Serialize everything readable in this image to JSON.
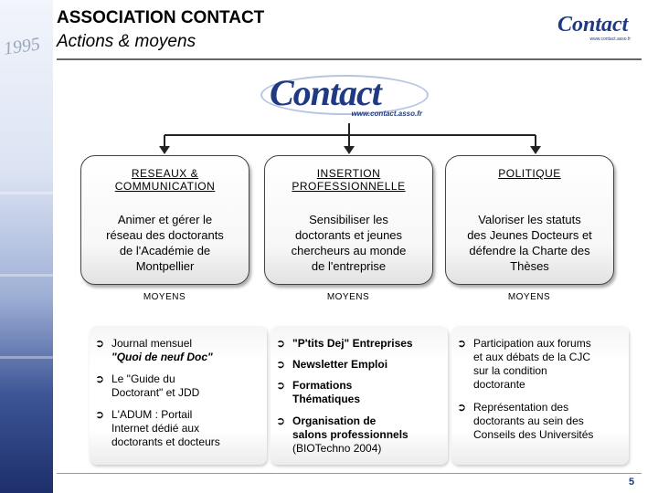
{
  "header": {
    "title": "ASSOCIATION CONTACT",
    "subtitle": "Actions & moyens",
    "sidebar_year": "1995"
  },
  "logo": {
    "word": "Contact",
    "url": "www.contact.asso.fr"
  },
  "corner_logo": {
    "word": "Contact",
    "url": "www.contact.asso.fr"
  },
  "columns": [
    {
      "title_line1": "RESEAUX &",
      "title_line2": "COMMUNICATION",
      "desc": [
        "Animer et gérer le",
        "réseau des doctorants",
        "de l'Académie de",
        "Montpellier"
      ],
      "moyens": "MOYENS",
      "bullets": [
        {
          "arrow": "➲",
          "lines": [
            {
              "t": "Journal mensuel",
              "s": ""
            },
            {
              "t": "\"Quoi de neuf Doc\"",
              "s": "bi"
            }
          ]
        },
        {
          "arrow": "➲",
          "lines": [
            {
              "t": "Le \"Guide du",
              "s": ""
            },
            {
              "t": "Doctorant\" et JDD",
              "s": ""
            }
          ]
        },
        {
          "arrow": "➲",
          "lines": [
            {
              "t": "L'ADUM : Portail",
              "s": ""
            },
            {
              "t": "Internet dédié aux",
              "s": ""
            },
            {
              "t": "doctorants et docteurs",
              "s": ""
            }
          ]
        }
      ]
    },
    {
      "title_line1": "INSERTION",
      "title_line2": "PROFESSIONNELLE",
      "desc": [
        "Sensibiliser les",
        "doctorants et jeunes",
        "chercheurs au monde",
        "de l'entreprise"
      ],
      "moyens": "MOYENS",
      "bullets": [
        {
          "arrow": "➲",
          "lines": [
            {
              "t": "\"P'tits Dej\" Entreprises",
              "s": "b"
            }
          ]
        },
        {
          "arrow": "➲",
          "lines": [
            {
              "t": "Newsletter Emploi",
              "s": "b"
            }
          ]
        },
        {
          "arrow": "➲",
          "lines": [
            {
              "t": "Formations",
              "s": "b"
            },
            {
              "t": "Thématiques",
              "s": "b"
            }
          ]
        },
        {
          "arrow": "➲",
          "lines": [
            {
              "t": "Organisation de",
              "s": "b"
            },
            {
              "t": "salons professionnels",
              "s": "b"
            },
            {
              "t": "(BIOTechno 2004)",
              "s": ""
            }
          ]
        }
      ]
    },
    {
      "title_line1": "POLITIQUE",
      "title_line2": "",
      "desc": [
        "Valoriser les statuts",
        "des Jeunes Docteurs et",
        "défendre la Charte des",
        "Thèses"
      ],
      "moyens": "MOYENS",
      "bullets": [
        {
          "arrow": "➲",
          "lines": [
            {
              "t": "Participation aux forums",
              "s": ""
            },
            {
              "t": "et aux débats de la CJC",
              "s": ""
            },
            {
              "t": "sur la condition",
              "s": ""
            },
            {
              "t": "doctorante",
              "s": ""
            }
          ]
        },
        {
          "arrow": "➲",
          "lines": [
            {
              "t": "Représentation des",
              "s": ""
            },
            {
              "t": "doctorants au sein des",
              "s": ""
            },
            {
              "t": "Conseils des Universités",
              "s": ""
            }
          ]
        }
      ]
    }
  ],
  "page_number": "5",
  "colors": {
    "brand_blue": "#1f3a82",
    "connector": "#222222"
  }
}
